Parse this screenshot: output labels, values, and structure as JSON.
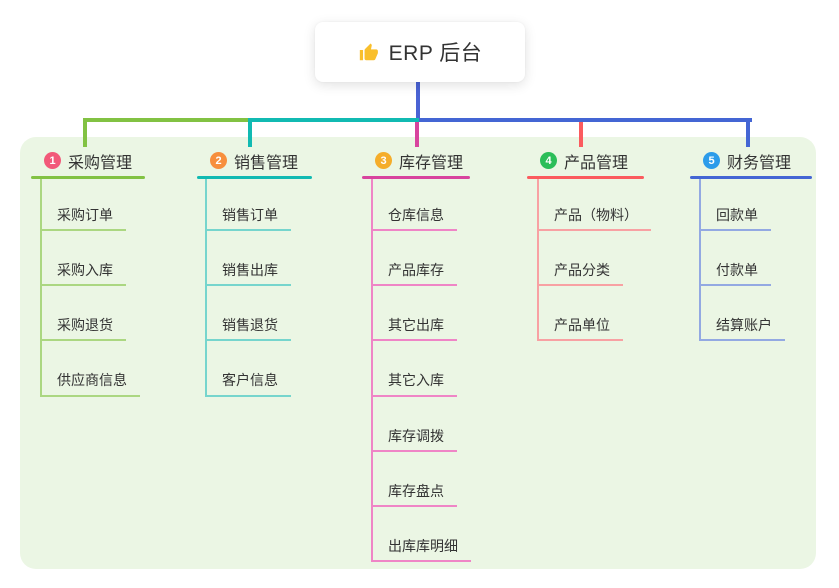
{
  "canvas": {
    "background": "#FFFFFF",
    "panel_background": "#EBF6E4",
    "text_color": "#333333"
  },
  "root": {
    "title": "ERP 后台",
    "icon": "thumbs-up-icon",
    "icon_color": "#F9BF2C",
    "connector_color": "#4A63D4"
  },
  "branches": [
    {
      "num": "1",
      "title": "采购管理",
      "badge_color": "#F25979",
      "line_color": "#82C243",
      "child_line_color": "#ABD781",
      "children": [
        "采购订单",
        "采购入库",
        "采购退货",
        "供应商信息"
      ]
    },
    {
      "num": "2",
      "title": "销售管理",
      "badge_color": "#F78F3D",
      "line_color": "#11BAB2",
      "child_line_color": "#76D5CD",
      "children": [
        "销售订单",
        "销售出库",
        "销售退货",
        "客户信息"
      ]
    },
    {
      "num": "3",
      "title": "库存管理",
      "badge_color": "#F5AD2A",
      "line_color": "#D8449E",
      "child_line_color": "#EF85C6",
      "children": [
        "仓库信息",
        "产品库存",
        "其它出库",
        "其它入库",
        "库存调拨",
        "库存盘点",
        "出库库明细"
      ]
    },
    {
      "num": "4",
      "title": "产品管理",
      "badge_color": "#2BBE59",
      "line_color": "#FB5B5E",
      "child_line_color": "#F8A1A3",
      "children": [
        "产品（物料）",
        "产品分类",
        "产品单位"
      ]
    },
    {
      "num": "5",
      "title": "财务管理",
      "badge_color": "#2C9CEA",
      "line_color": "#4466D4",
      "child_line_color": "#93A9E2",
      "children": [
        "回款单",
        "付款单",
        "结算账户"
      ]
    }
  ]
}
